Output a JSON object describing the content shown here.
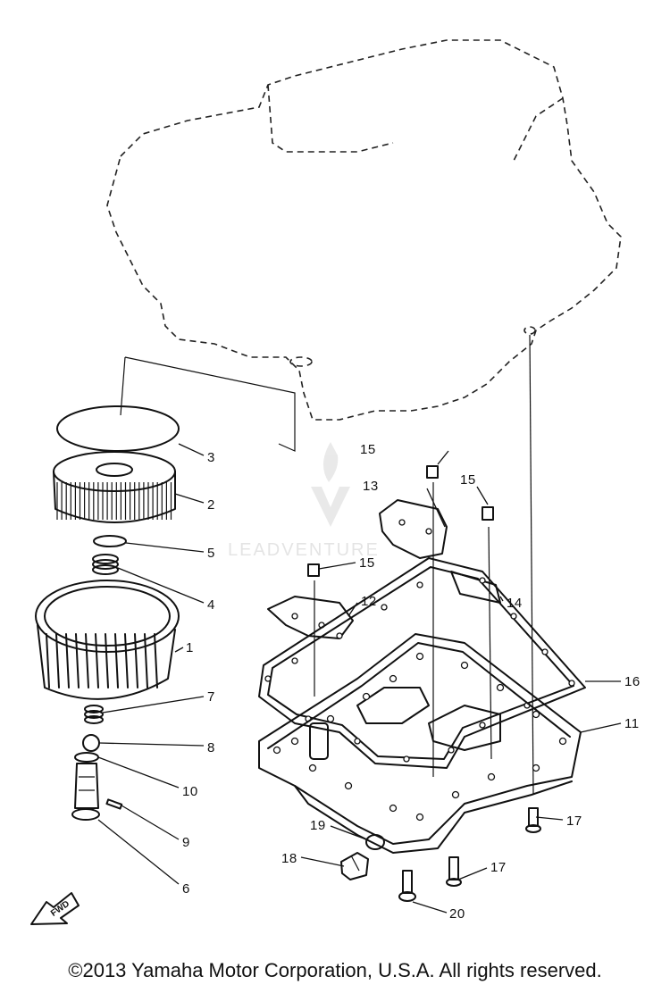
{
  "labels": {
    "p1": "1",
    "p2": "2",
    "p3": "3",
    "p4": "4",
    "p5": "5",
    "p6": "6",
    "p7": "7",
    "p8": "8",
    "p9": "9",
    "p10": "10",
    "p11": "11",
    "p12": "12",
    "p13": "13",
    "p14": "14",
    "p15a": "15",
    "p15b": "15",
    "p15c": "15",
    "p16": "16",
    "p17a": "17",
    "p17b": "17",
    "p18": "18",
    "p19": "19",
    "p20": "20"
  },
  "fwd_label": "FWD",
  "watermark": "LEADVENTURE",
  "copyright": "©2013 Yamaha Motor Corporation, U.S.A. All rights reserved."
}
